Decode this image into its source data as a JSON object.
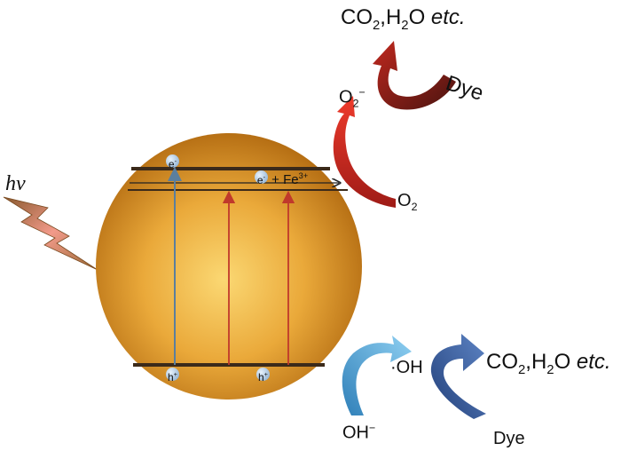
{
  "labels": {
    "hv": "hv",
    "e_minus_cb": "e",
    "e_minus_cb_sup": "-",
    "e_trap": "e",
    "e_trap_sup": "-",
    "fe3": "+ Fe",
    "fe3_sup": "3+",
    "h_plus_1": "h",
    "h_plus_1_sup": "+",
    "h_plus_2": "h",
    "h_plus_2_sup": "+",
    "o2": "O",
    "o2_sub": "2",
    "o2_radical": "O",
    "o2_radical_sub": "2",
    "o2_radical_sup": "−",
    "co2_top_a": "CO",
    "co2_top_sub1": "2",
    "co2_top_b": ",H",
    "co2_top_sub2": "2",
    "co2_top_c": "O ",
    "co2_top_etc": "etc.",
    "dye_top": "Dye",
    "oh_minus": "OH",
    "oh_minus_sup": "−",
    "oh_radical": "·OH",
    "co2_bottom_a": "CO",
    "co2_bottom_sub1": "2",
    "co2_bottom_b": ",H",
    "co2_bottom_sub2": "2",
    "co2_bottom_c": "O ",
    "co2_bottom_etc": "etc.",
    "dye_bottom": "Dye"
  },
  "colors": {
    "sphere_light": "#f7c95a",
    "sphere_dark": "#c7801a",
    "band_line": "#3b2a1a",
    "excitation_arrow": "#c0392b",
    "blue_arrow": "#5b7f9e",
    "red_curve": "#e0302a",
    "dark_red_curve": "#8a1f1a",
    "light_blue_curve": "#4aa3d8",
    "dark_blue_curve": "#2b4f8c",
    "lightning": "#e8806a"
  }
}
